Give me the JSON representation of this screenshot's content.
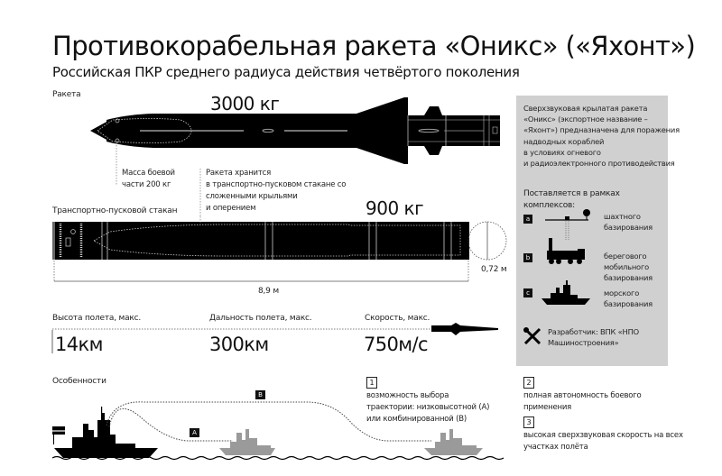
{
  "header": {
    "title": "Противокорабельная ракета «Оникс» («Яхонт»)",
    "subtitle": "Российская ПКР среднего радиуса действия четвёртого поколения"
  },
  "missile": {
    "section_label": "Ракета",
    "mass": "3000 кг",
    "warhead_note": [
      "Масса боевой",
      "части 200 кг"
    ],
    "storage_note": [
      "Ракета хранится",
      "в транспортно-пусковом стакане со",
      "сложенными крыльями",
      "и оперением"
    ]
  },
  "canister": {
    "section_label": "Транспортно-пусковой стакан",
    "mass": "900 кг",
    "length": "8,9 м",
    "diameter": "0,72 м"
  },
  "specs": [
    {
      "label": "Высота полета, макс.",
      "value": "14км"
    },
    {
      "label": "Дальность полета, макс.",
      "value": "300км"
    },
    {
      "label": "Скорость, макс.",
      "value": "750м/с"
    }
  ],
  "features": {
    "section_label": "Особенности",
    "trajectory_labels": {
      "low": "A",
      "combined": "B"
    },
    "items": [
      {
        "num": "1",
        "lines": [
          "возможность выбора",
          "траектории: низковысотной (А)",
          "или комбинированной (В)"
        ]
      },
      {
        "num": "2",
        "lines": [
          "полная автономность боевого",
          "применения"
        ]
      },
      {
        "num": "3",
        "lines": [
          "высокая сверхзвуковая скорость на всех",
          "участках полёта"
        ]
      }
    ]
  },
  "panel": {
    "description": [
      "Сверхзвуковая крылатая ракета",
      "«Оникс» (экспортное название –",
      "«Яхонт») предназначена для поражения",
      "надводных кораблей",
      "в условиях огневого",
      "и радиоэлектронного противодействия"
    ],
    "complexes_heading": [
      "Поставляется в рамках",
      "комплексов:"
    ],
    "complexes": [
      {
        "badge": "a",
        "icon": "silo-icon",
        "lines": [
          "шахтного",
          "базирования"
        ]
      },
      {
        "badge": "b",
        "icon": "truck-launcher-icon",
        "lines": [
          "берегового",
          "мобильного",
          "базирования"
        ]
      },
      {
        "badge": "c",
        "icon": "warship-icon",
        "lines": [
          "морского",
          "базирования"
        ]
      }
    ],
    "developer": [
      "Разработчик: ВПК «НПО",
      "Машиностроения»"
    ]
  },
  "colors": {
    "ink": "#000000",
    "panel_bg": "#d0d0d0",
    "target_ship": "#9a9a9a",
    "text": "#222222"
  }
}
